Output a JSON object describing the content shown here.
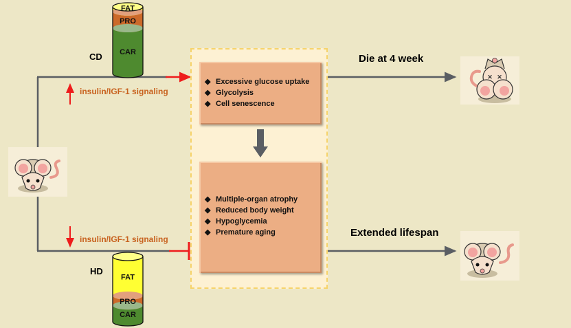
{
  "diets": {
    "cd": {
      "label": "CD",
      "layers": [
        {
          "name": "FAT",
          "fraction": 0.07
        },
        {
          "name": "PRO",
          "fraction": 0.25
        },
        {
          "name": "CAR",
          "fraction": 0.68
        }
      ]
    },
    "hd": {
      "label": "HD",
      "layers": [
        {
          "name": "FAT",
          "fraction": 0.6
        },
        {
          "name": "PRO",
          "fraction": 0.15
        },
        {
          "name": "CAR",
          "fraction": 0.25
        }
      ]
    }
  },
  "signals": {
    "upper": {
      "label": "insulin/IGF-1 signaling",
      "direction": "up"
    },
    "lower": {
      "label": "insulin/IGF-1 signaling",
      "direction": "down"
    }
  },
  "boxes": {
    "top": {
      "items": [
        "Excessive glucose uptake",
        "Glycolysis",
        "Cell senescence"
      ]
    },
    "bottom": {
      "items": [
        "Multiple-organ atrophy",
        "Reduced body weight",
        "Hypoglycemia",
        "Premature aging"
      ]
    }
  },
  "outcomes": {
    "top": "Die at 4 week",
    "bottom": "Extended lifespan"
  },
  "bullet_glyph": "◆",
  "colors": {
    "background": "#ede7c6",
    "arrow_red": "#ee1c1c",
    "line_gray": "#5a5e63",
    "signal_text": "#c8621f",
    "fat": "#ffff33",
    "pro": "#cc6a2a",
    "car": "#4e8a2f",
    "box_fill": "#ecae84"
  }
}
